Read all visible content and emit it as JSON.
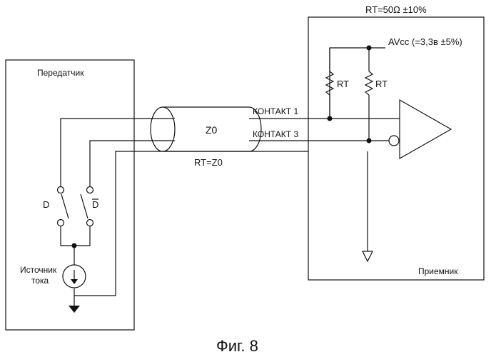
{
  "header": {
    "rt_spec": "RT=50Ω ±10%"
  },
  "transmitter": {
    "label": "Передатчик",
    "switch_d": "D",
    "switch_d_bar": "D"
  },
  "current_source": {
    "label_line1": "Источник",
    "label_line2": "тока"
  },
  "cable": {
    "label": "Z0",
    "termination": "RT=Z0"
  },
  "contacts": {
    "contact1": "КОНТАКТ 1",
    "contact3": "КОНТАКТ 3"
  },
  "receiver": {
    "label": "Приемник",
    "supply": "AVcc (=3,3в ±5%)",
    "resistor1": "RT",
    "resistor2": "RT"
  },
  "figure": {
    "caption": "Фиг. 8"
  }
}
